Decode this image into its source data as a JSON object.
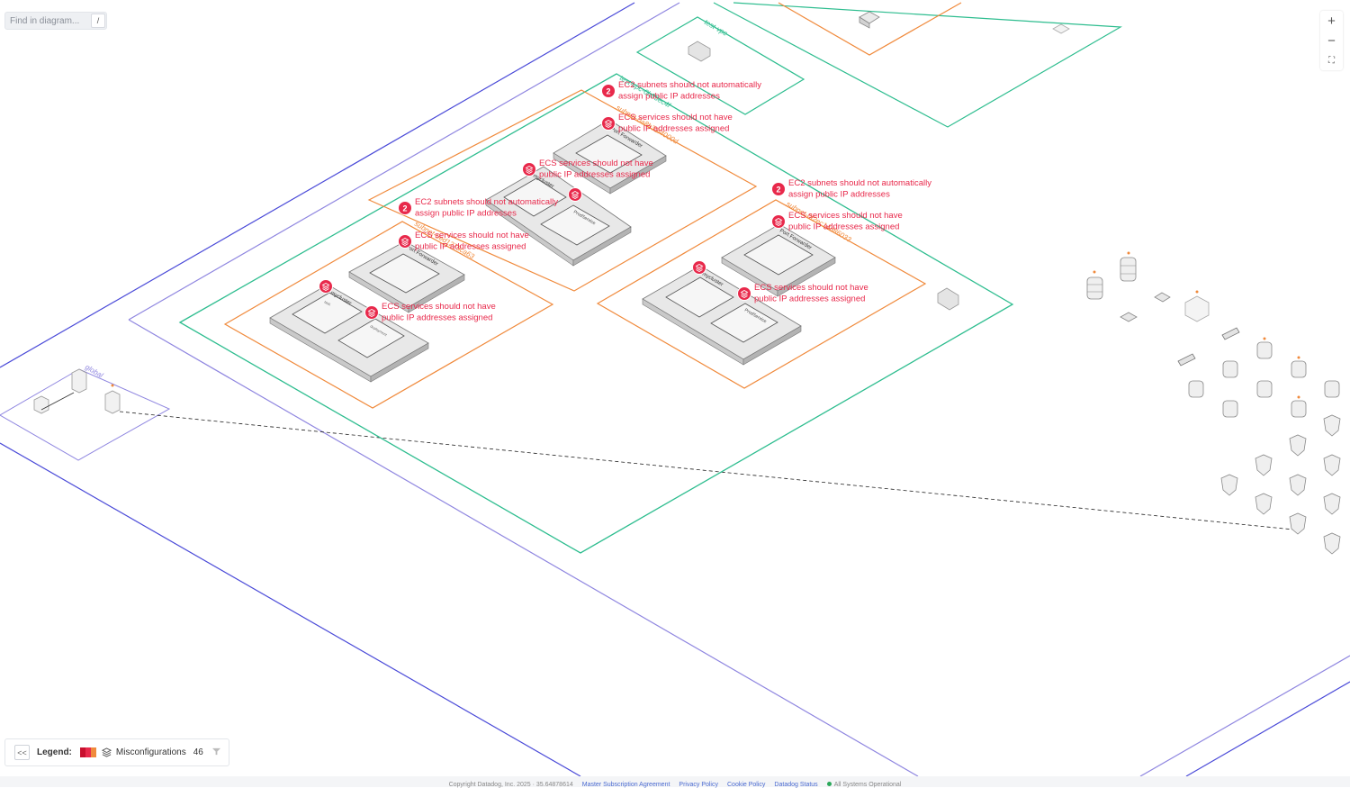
{
  "search": {
    "placeholder": "Find in diagram...",
    "shortcut": "/"
  },
  "zoom": {
    "in_label": "+",
    "out_label": "−",
    "fit_label": "⛶"
  },
  "labels": {
    "global": "global",
    "vpc_top": "test-vpc",
    "vpc_main": "test-vpc-0b23ec4f",
    "subnet_a": "subnet-0a8b32f4000d",
    "subnet_b": "subnet-0ed1275ca63",
    "subnet_c": "subnet-0f2ec14d86033",
    "port_forwarder": "Port Forwarder",
    "mycluster": "mycluster",
    "prod_service": "ProdService",
    "task": "task",
    "deployment": "deployment"
  },
  "annotations": [
    {
      "badge": "2",
      "lines": [
        "EC2 subnets should not automatically",
        "assign public IP addresses"
      ]
    },
    {
      "badge": "",
      "lines": [
        "ECS services should not have",
        "public IP addresses assigned"
      ]
    },
    {
      "badge": "",
      "lines": [
        "ECS services should not have",
        "public IP addresses assigned"
      ]
    },
    {
      "badge": "",
      "lines": []
    },
    {
      "badge": "2",
      "lines": [
        "EC2 subnets should not automatically",
        "assign public IP addresses"
      ]
    },
    {
      "badge": "",
      "lines": [
        "ECS services should not have",
        "public IP addresses assigned"
      ]
    },
    {
      "badge": "",
      "lines": []
    },
    {
      "badge": "",
      "lines": [
        "ECS services should not have",
        "public IP addresses assigned"
      ]
    },
    {
      "badge": "2",
      "lines": [
        "EC2 subnets should not automatically",
        "assign public IP addresses"
      ]
    },
    {
      "badge": "",
      "lines": [
        "ECS services should not have",
        "public IP addresses assigned"
      ]
    },
    {
      "badge": "",
      "lines": []
    },
    {
      "badge": "",
      "lines": [
        "ECS services should not have",
        "public IP addresses assigned"
      ]
    }
  ],
  "legend": {
    "collapse_label": "<<",
    "title": "Legend:",
    "item_label": "Misconfigurations",
    "count": "46",
    "filter_icon": "filter-icon"
  },
  "footer": {
    "copyright": "Copyright Datadog, Inc. 2025 · 35.64878614",
    "links": [
      "Master Subscription Agreement",
      "Privacy Policy",
      "Cookie Policy",
      "Datadog Status"
    ],
    "status": "All Systems Operational"
  },
  "colors": {
    "region": "#8f86e0",
    "region_dark": "#4a4ad8",
    "vpc": "#2ebd8f",
    "subnet": "#f08a3c",
    "alert": "#e8294b",
    "legend_red": "#e8294b",
    "legend_orange": "#f08a3c"
  }
}
